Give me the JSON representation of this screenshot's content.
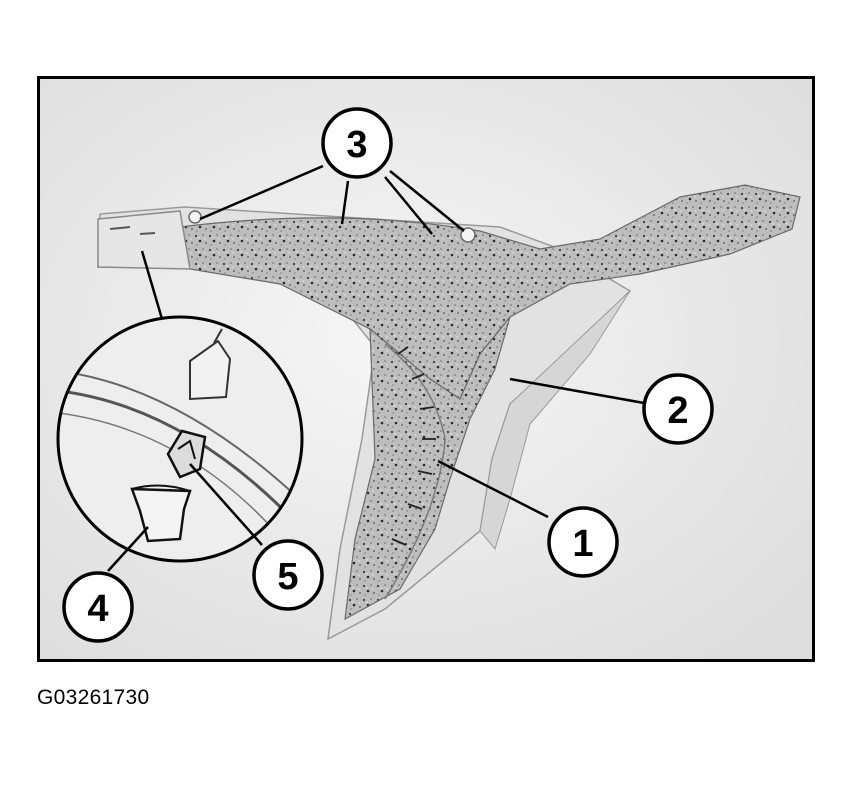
{
  "diagram": {
    "figure_code": "G03261730",
    "callouts": [
      {
        "id": "1",
        "label": "1"
      },
      {
        "id": "2",
        "label": "2"
      },
      {
        "id": "3",
        "label": "3"
      },
      {
        "id": "4",
        "label": "4"
      },
      {
        "id": "5",
        "label": "5"
      }
    ],
    "colors": {
      "frame_border": "#000000",
      "background": "#ececec",
      "foam": "#bdbdbd",
      "plastic": "#e2e2e2",
      "line": "#000000"
    }
  }
}
